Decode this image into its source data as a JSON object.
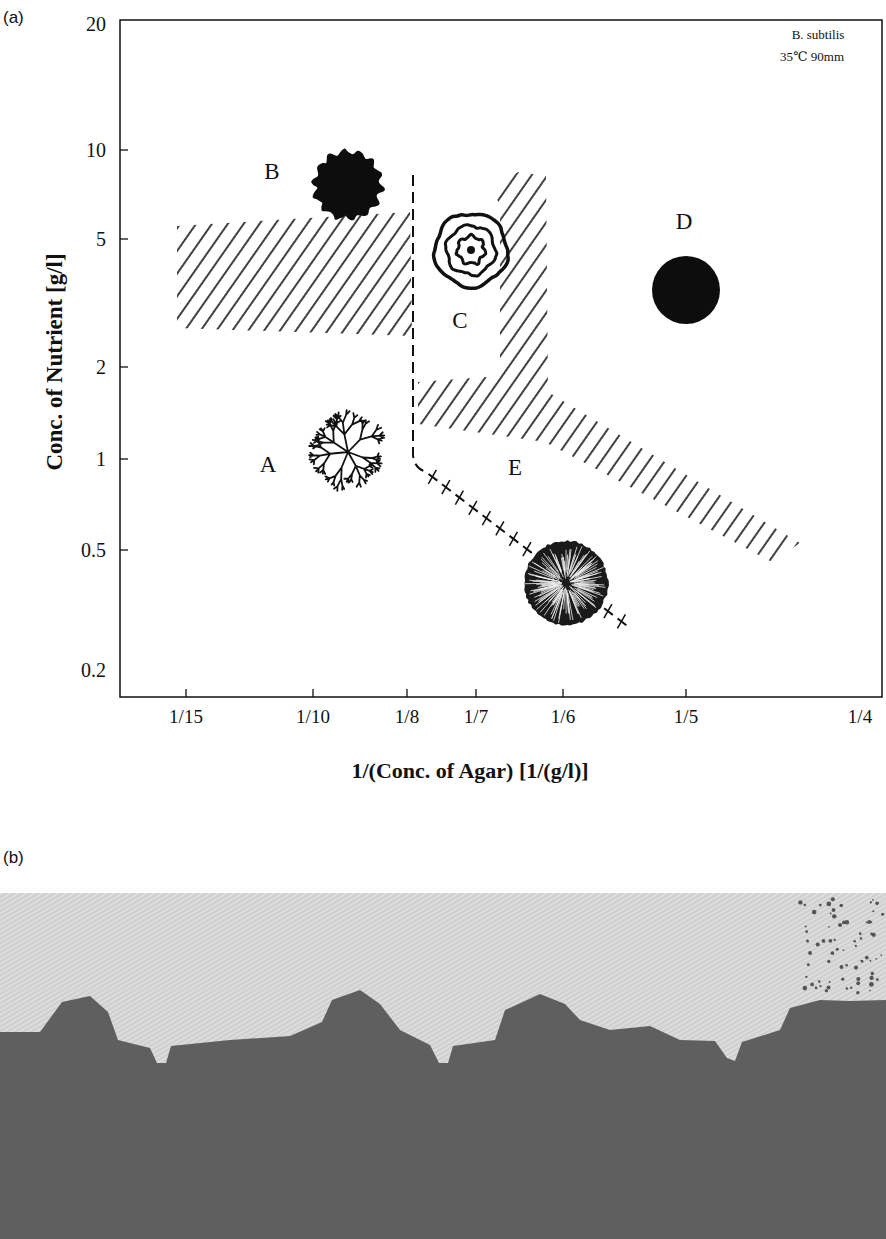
{
  "diagram": {
    "labels": [
      "(a)",
      "20",
      "10",
      "5",
      "2",
      "1",
      "0.5",
      "0.2",
      "1/15",
      "1/10",
      "1/8",
      "1/7",
      "1/6",
      "1/5",
      "1/4",
      "Conc. of Nutrient [g/l]",
      "1/(Conc. of Agar) [1/(g/l)]",
      "B. subtilis",
      "35℃ 90mm",
      "A",
      "B",
      "C",
      "D",
      "E",
      "(b)"
    ]
  }
}
